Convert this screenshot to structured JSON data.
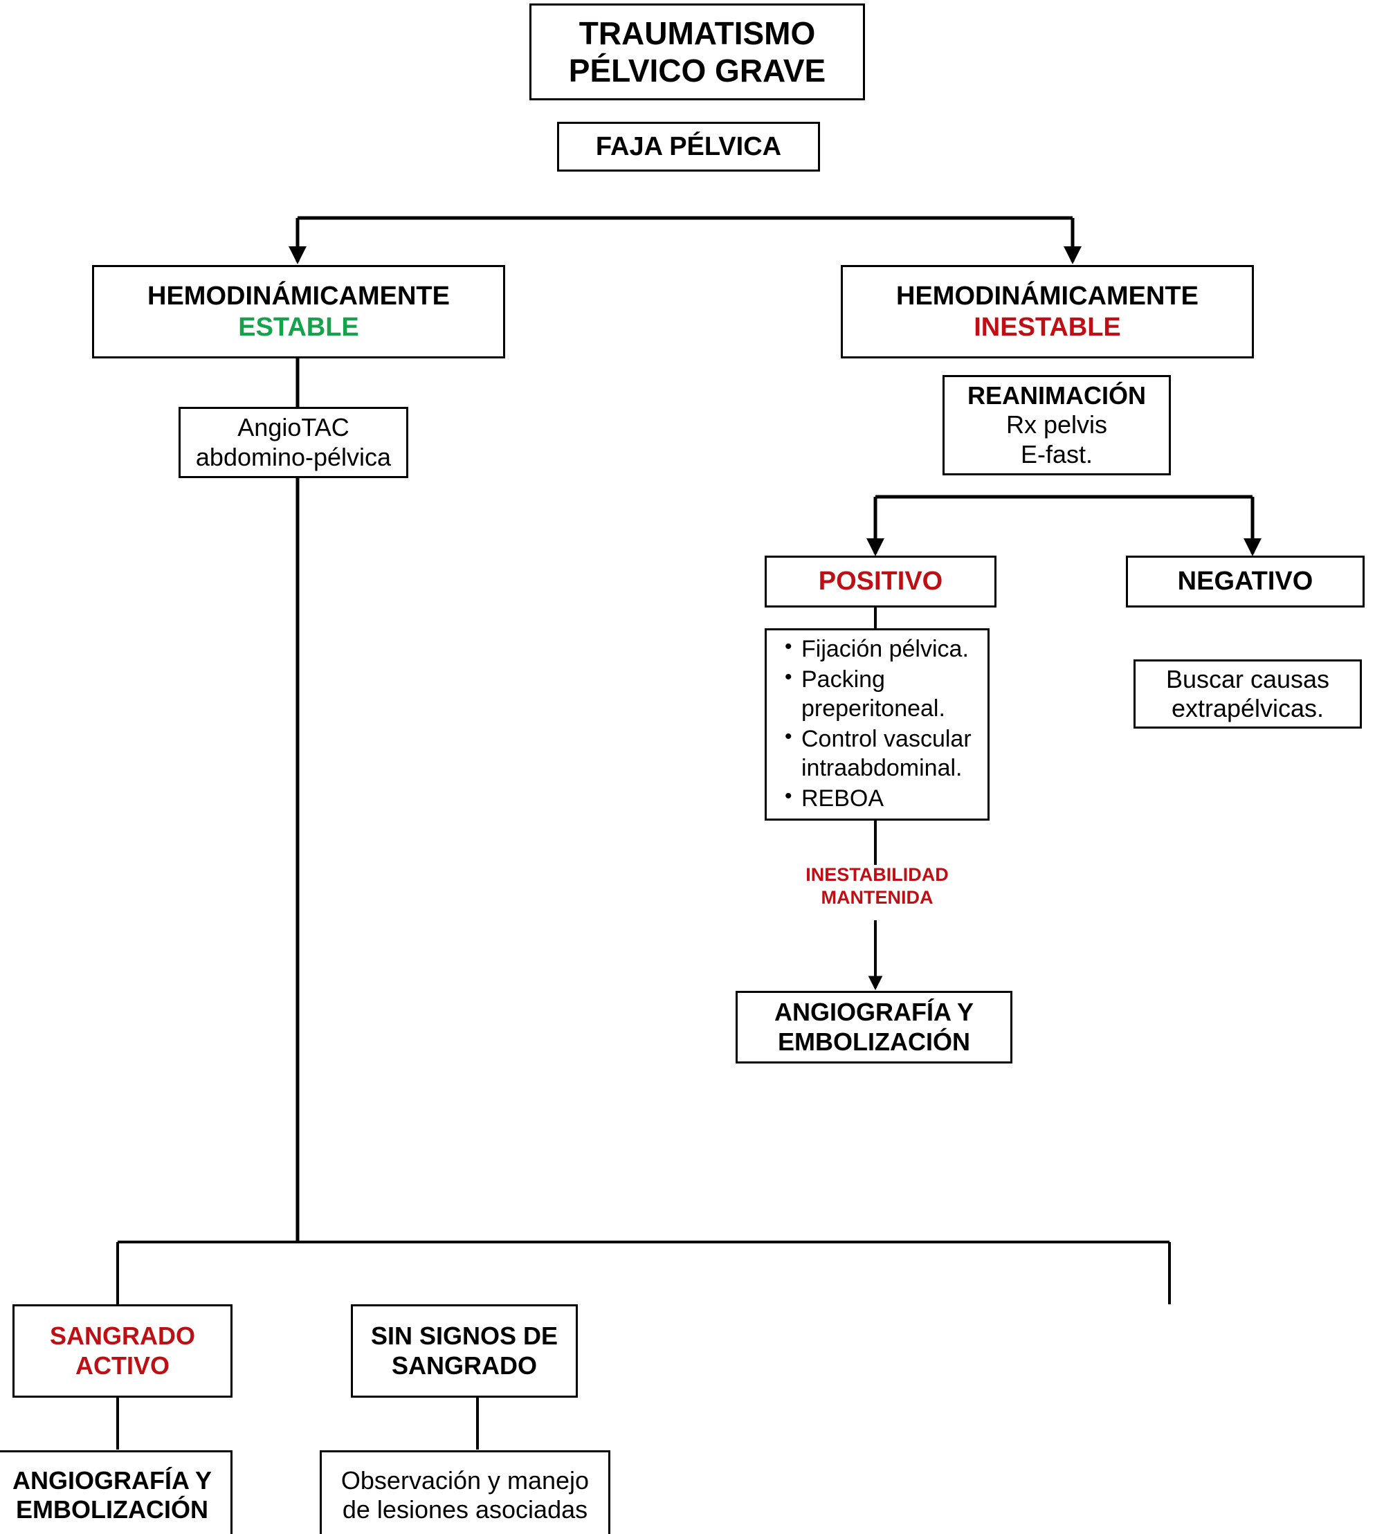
{
  "title": "TRAUMATISMO PÉLVICO GRAVE — Algoritmo",
  "colors": {
    "stroke": "#000000",
    "background": "#FFFFFF",
    "green": "#14A34A",
    "red": "#BE1014"
  },
  "nodes": {
    "root": {
      "line1": "TRAUMATISMO",
      "line2": "PÉLVICO GRAVE"
    },
    "faja": {
      "label": "FAJA PÉLVICA"
    },
    "stable": {
      "line1": "HEMODINÁMICAMENTE",
      "line2": "ESTABLE"
    },
    "unstable": {
      "line1": "HEMODINÁMICAMENTE",
      "line2": "INESTABLE"
    },
    "angiotac": {
      "line1": "AngioTAC",
      "line2": "abdomino-pélvica"
    },
    "reanimacion": {
      "line1": "REANIMACIÓN",
      "line2": "Rx pelvis",
      "line3": "E-fast."
    },
    "positivo": {
      "label": "POSITIVO"
    },
    "negativo": {
      "label": "NEGATIVO"
    },
    "measures": {
      "items": [
        "Fijación pélvica.",
        "Packing preperitoneal.",
        "Control vascular intraabdominal.",
        "REBOA"
      ]
    },
    "extrapelvicas": {
      "line1": "Buscar causas",
      "line2": "extrapélvicas."
    },
    "angio_right": {
      "line1": "ANGIOGRAFÍA Y",
      "line2": "EMBOLIZACIÓN"
    },
    "sangrado_activo": {
      "line1": "SANGRADO",
      "line2": "ACTIVO"
    },
    "sin_signos": {
      "line1": "SIN SIGNOS DE",
      "line2": "SANGRADO"
    },
    "angio_left": {
      "line1": "ANGIOGRAFÍA Y",
      "line2": "EMBOLIZACIÓN"
    },
    "observacion": {
      "line1": "Observación y manejo",
      "line2": "de lesiones asociadas"
    }
  },
  "labels": {
    "inestabilidad": {
      "line1": "INESTABILIDAD",
      "line2": "MANTENIDA"
    }
  }
}
